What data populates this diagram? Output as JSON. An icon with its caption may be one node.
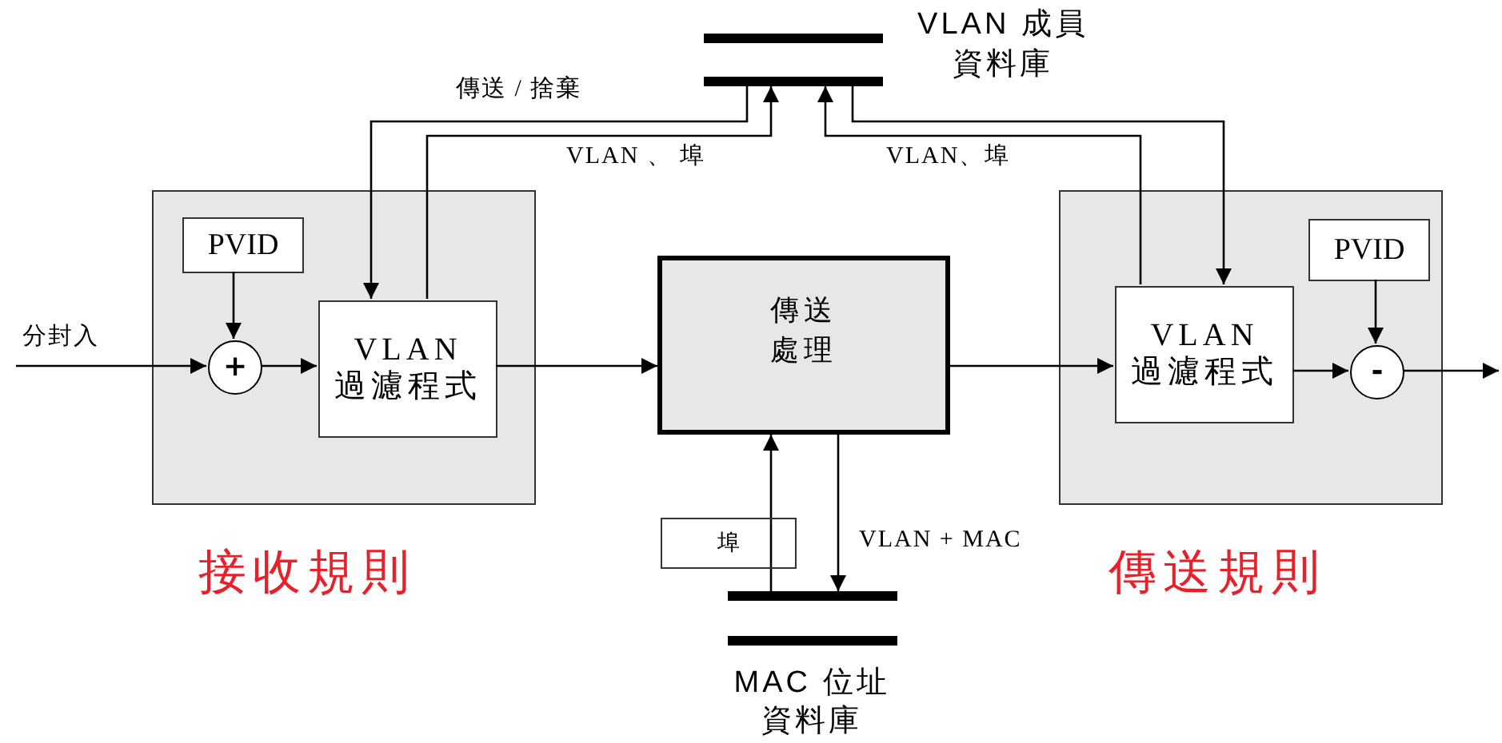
{
  "diagram": {
    "nodes": [
      {
        "text": [],
        "shape": "box",
        "beside": [
          "接收規則"
        ]
      },
      {
        "text": [
          "PVID"
        ],
        "in": 0
      },
      {
        "text": [
          "+"
        ],
        "in": 0
      },
      {
        "text": [
          "VLAN 過濾程式"
        ],
        "in": 0
      },
      {
        "text": [
          "傳送處理"
        ]
      },
      {
        "text": [],
        "shape": "box",
        "beside": [
          "傳送規則"
        ]
      },
      {
        "text": [
          "VLAN 過濾程式"
        ],
        "in": 5
      },
      {
        "text": [
          "PVID"
        ],
        "in": 5
      },
      {
        "text": [
          "-"
        ],
        "in": 5
      },
      {
        "text": [
          "VLAN 成員資料庫"
        ]
      },
      {
        "text": [
          "MAC 位址資料庫"
        ]
      }
    ],
    "edges": [
      {
        "from": null,
        "to": 2,
        "arrow": "to",
        "label": "分封入"
      },
      {
        "from": 1,
        "to": 2,
        "arrow": "to"
      },
      {
        "from": 2,
        "to": 3,
        "arrow": "to"
      },
      {
        "from": 3,
        "to": 4,
        "arrow": "to"
      },
      {
        "from": 9,
        "to": 3,
        "arrow": "to",
        "label": "傳送 / 捨棄"
      },
      {
        "from": 3,
        "to": 9,
        "arrow": "to",
        "label": "VLAN 、 埠"
      },
      {
        "from": 6,
        "to": 9,
        "arrow": "to",
        "label": "VLAN、埠"
      },
      {
        "from": 9,
        "to": 6,
        "arrow": "to"
      },
      {
        "from": 4,
        "to": 6,
        "arrow": "to"
      },
      {
        "from": 6,
        "to": 8,
        "arrow": "to"
      },
      {
        "from": 7,
        "to": 8,
        "arrow": "to"
      },
      {
        "from": 8,
        "to": null,
        "arrow": "to"
      },
      {
        "from": 10,
        "to": 4,
        "arrow": "to",
        "label": "埠"
      },
      {
        "from": 4,
        "to": 10,
        "arrow": "to",
        "label": "VLAN + MAC"
      }
    ]
  }
}
